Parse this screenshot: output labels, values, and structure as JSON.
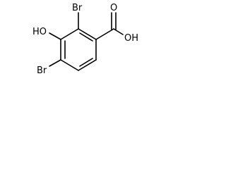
{
  "molecule": {
    "atoms": {
      "br_top": "Br",
      "hydroxyl": "HO",
      "br_bottom": "Br",
      "carbonyl_o": "O",
      "acid_oh": "OH"
    }
  }
}
